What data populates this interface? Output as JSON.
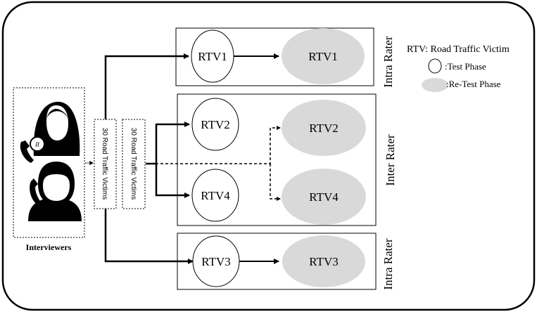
{
  "interviewers": {
    "label": "Interviewers",
    "icons": [
      "headscarf-woman-on-phone-icon",
      "man-on-phone-icon"
    ]
  },
  "groups": [
    {
      "label": "30 Road Traffic Victims"
    },
    {
      "label": "30 Road Traffic Victims"
    }
  ],
  "rows": [
    {
      "rater_label": "Intra Rater",
      "test": "RTV1",
      "retest": "RTV1"
    },
    {
      "rater_label": "Inter Rater",
      "test": "RTV2",
      "retest": "RTV2"
    },
    {
      "test": "RTV4",
      "retest": "RTV4"
    },
    {
      "rater_label": "Intra Rater",
      "test": "RTV3",
      "retest": "RTV3"
    }
  ],
  "legend": {
    "title": "RTV: Road Traffic Victim",
    "test_phase": ":Test Phase",
    "retest_phase": ":Re-Test Phase"
  },
  "colors": {
    "outline": "#000000",
    "retest_fill": "#d9d9d9",
    "test_fill": "#ffffff"
  }
}
